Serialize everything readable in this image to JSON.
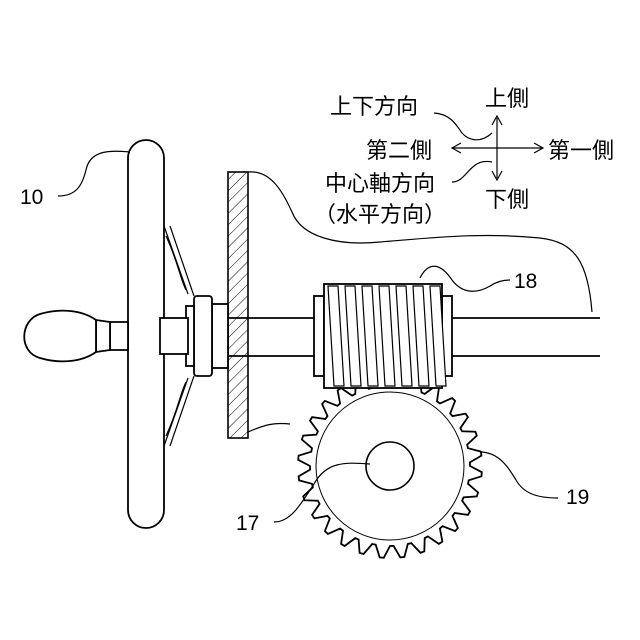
{
  "directions": {
    "vertical": "上下方向",
    "up": "上側",
    "down": "下側",
    "second_side": "第二側",
    "first_side": "第一側",
    "axis_line1": "中心軸方向",
    "axis_line2": "（水平方向）"
  },
  "refs": {
    "handwheel": "10",
    "shaft": "17",
    "worm": "18",
    "gear": "19"
  }
}
